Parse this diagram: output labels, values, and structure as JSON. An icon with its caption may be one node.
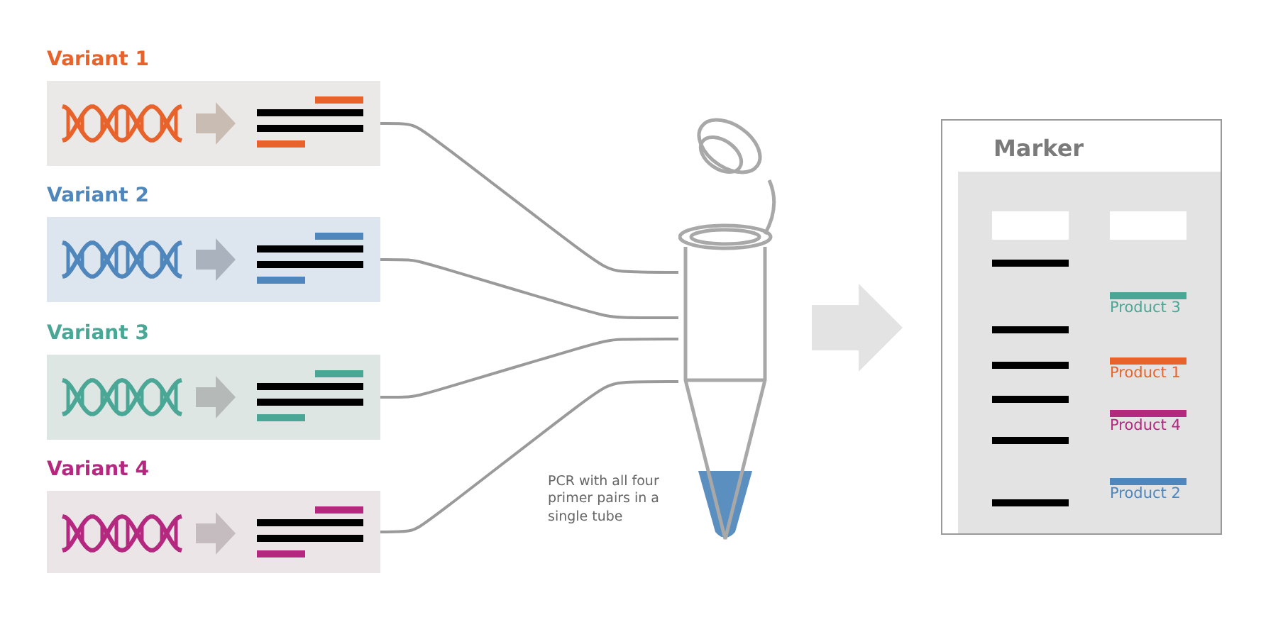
{
  "diagram": {
    "nodes": [
      {
        "text": [
          "Variant 1"
        ]
      },
      {
        "text": [
          "Variant 2"
        ]
      },
      {
        "text": [
          "Variant 3"
        ]
      },
      {
        "text": [
          "Variant 4"
        ]
      },
      {
        "text": [],
        "shape": "picture",
        "beside": [
          "PCR with all four primer pairs in a single tube"
        ]
      },
      {
        "text": [
          "Marker"
        ]
      }
    ],
    "edges": [
      {
        "from": 0,
        "to": 4,
        "arrow": "none"
      },
      {
        "from": 1,
        "to": 4,
        "arrow": "none"
      },
      {
        "from": 2,
        "to": 4,
        "arrow": "none"
      },
      {
        "from": 3,
        "to": 4,
        "arrow": "none"
      },
      {
        "from": 4,
        "to": 5,
        "arrow": "to",
        "style": "thick",
        "color": "#e3e3e3"
      }
    ],
    "labels": [
      "Product 3",
      "Product 1",
      "Product 4",
      "Product 2"
    ]
  }
}
